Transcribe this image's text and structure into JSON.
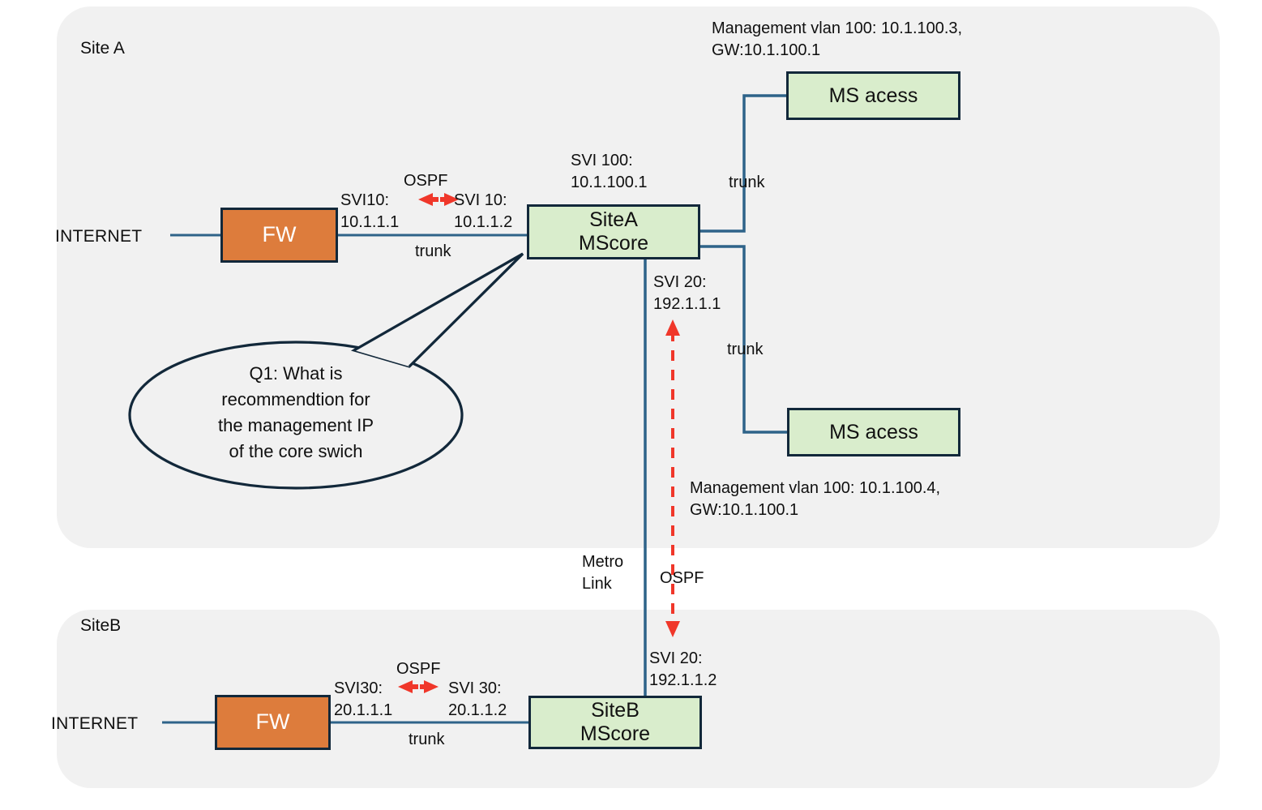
{
  "diagram": {
    "title": "Dual-site campus network with OSPF between firewalls and core switches",
    "colors": {
      "site_zone": "#f1f1f1",
      "firewall_fill": "#dd7c3c",
      "switch_fill": "#d9edcc",
      "node_border": "#12283a",
      "link": "#2e6389",
      "ospf_accent": "#f0372a",
      "text": "#101010",
      "page_background": "#ffffff"
    },
    "sites": [
      {
        "id": "site_a",
        "label": "Site A"
      },
      {
        "id": "site_b",
        "label": "SiteB"
      }
    ],
    "nodes": {
      "internet_a": {
        "label": "INTERNET"
      },
      "internet_b": {
        "label": "INTERNET"
      },
      "fw_a": {
        "label": "FW"
      },
      "fw_b": {
        "label": "FW"
      },
      "core_a": {
        "line1": "SiteA",
        "line2": "MScore"
      },
      "core_b": {
        "line1": "SiteB",
        "line2": "MScore"
      },
      "access_top": {
        "label": "MS acess"
      },
      "access_bottom": {
        "label": "MS acess"
      }
    },
    "labels": {
      "svi10_fw": "SVI10:\n10.1.1.1",
      "svi10_core": "SVI 10:\n10.1.1.2",
      "ospf_site_a": "OSPF",
      "trunk_fw_core_a": "trunk",
      "svi100_core_a": "SVI 100:\n10.1.100.1",
      "trunk_access_top": "trunk",
      "trunk_access_bottom": "trunk",
      "mgmt_access_top": "Management vlan 100: 10.1.100.3,\nGW:10.1.100.1",
      "mgmt_access_bottom": "Management vlan 100: 10.1.100.4,\nGW:10.1.100.1",
      "svi20_core_a": "SVI 20:\n192.1.1.1",
      "svi20_core_b": "SVI 20:\n192.1.1.2",
      "metro_link": "Metro\nLink",
      "ospf_metro": "OSPF",
      "svi30_fw": "SVI30:\n20.1.1.1",
      "svi30_core": "SVI 30:\n20.1.1.2",
      "ospf_site_b": "OSPF",
      "trunk_fw_core_b": "trunk"
    },
    "callout": {
      "text": "Q1: What is\nrecommendtion for\nthe  management IP\nof the core swich"
    }
  }
}
